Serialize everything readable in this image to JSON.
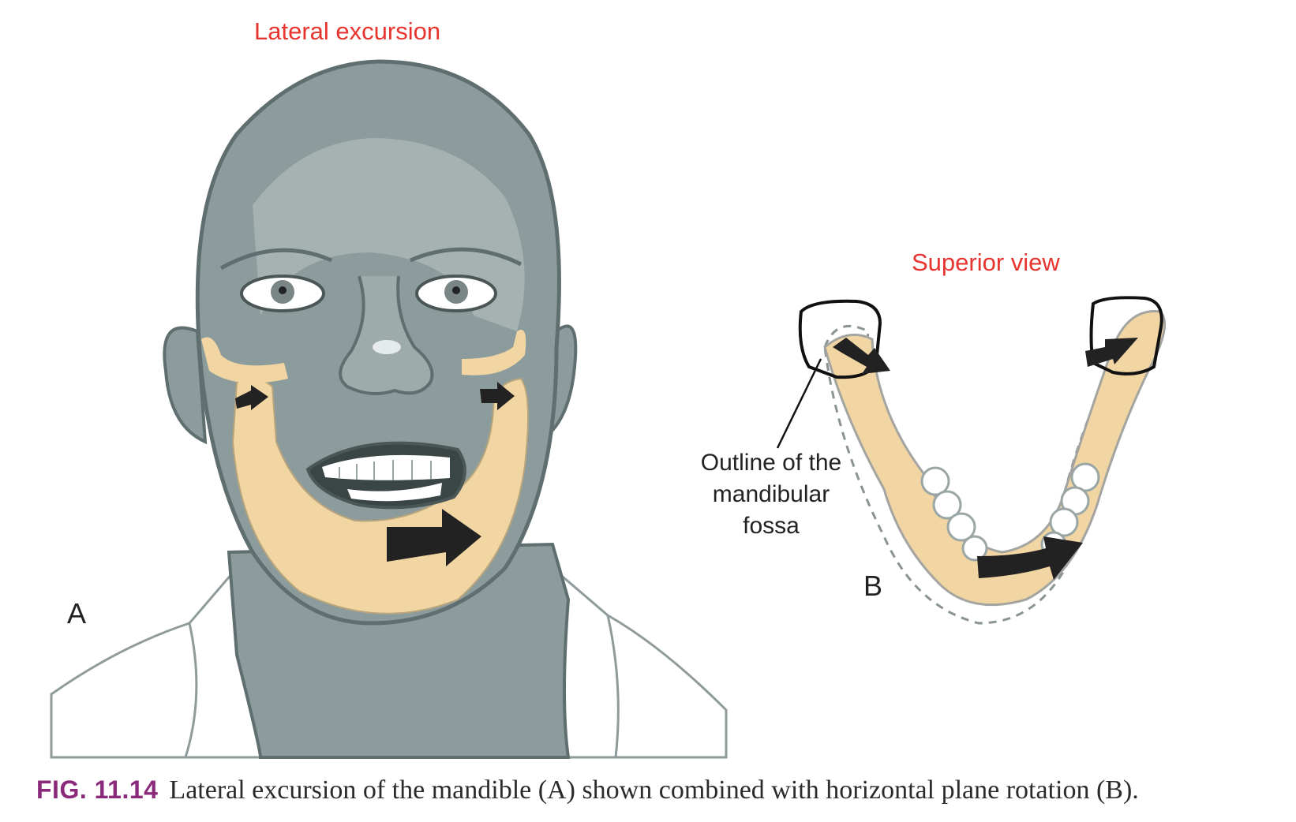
{
  "panel_a": {
    "title": "Lateral excursion",
    "letter": "A"
  },
  "panel_b": {
    "title": "Superior view",
    "letter": "B",
    "callout": [
      "Outline of the",
      "mandibular",
      "fossa"
    ]
  },
  "caption": {
    "figure_number": "FIG. 11.14",
    "text": "Lateral excursion of the mandible (A) shown combined with horizontal plane rotation (B)."
  },
  "colors": {
    "title_red": "#e8342e",
    "figure_number_purple": "#8b2a7a",
    "skin_gray": "#8c9c9c",
    "skin_dark": "#5f6e6f",
    "bone_tan": "#f1d6a3",
    "arrow_black": "#222222"
  }
}
